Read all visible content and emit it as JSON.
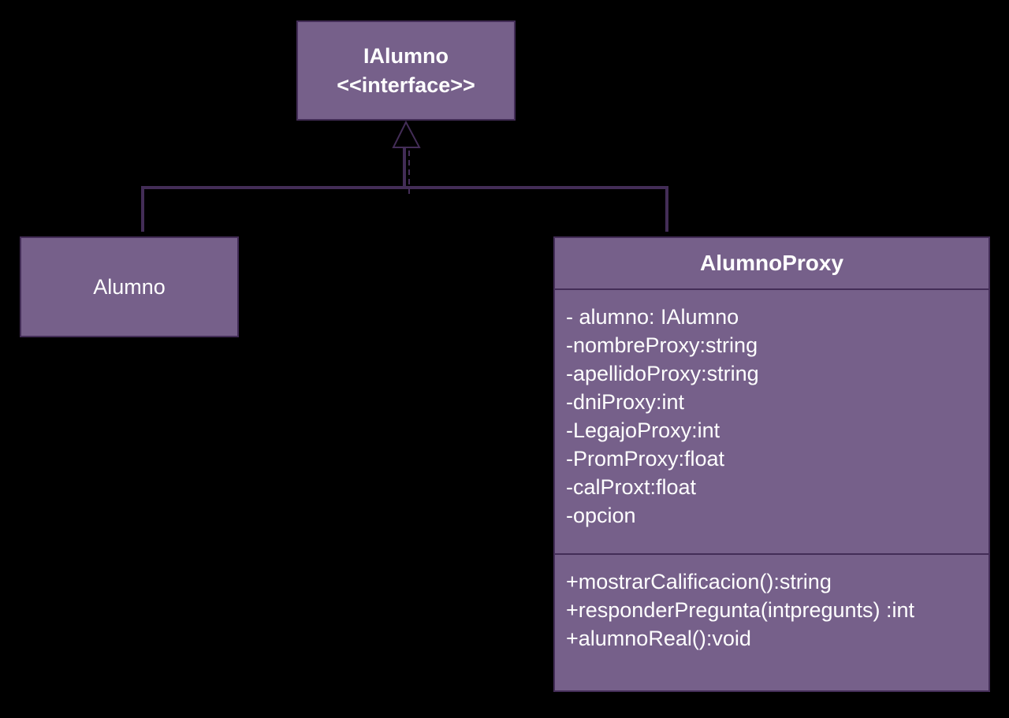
{
  "interface_box": {
    "name": "IAlumno",
    "stereotype": "<<interface>>"
  },
  "alumno_box": {
    "name": "Alumno"
  },
  "proxy_box": {
    "name": "AlumnoProxy",
    "attributes": [
      "- alumno: IAlumno",
      "-nombreProxy:string",
      "-apellidoProxy:string",
      "-dniProxy:int",
      "-LegajoProxy:int",
      "-PromProxy:float",
      "-calProxt:float",
      "-opcion"
    ],
    "methods": [
      "+mostrarCalificacion():string",
      "+responderPregunta(intpregunts) :int",
      "+alumnoReal():void"
    ]
  },
  "colors": {
    "box_fill": "#76608a",
    "box_border": "#432d57",
    "connector": "#432d57",
    "background": "#000000"
  }
}
